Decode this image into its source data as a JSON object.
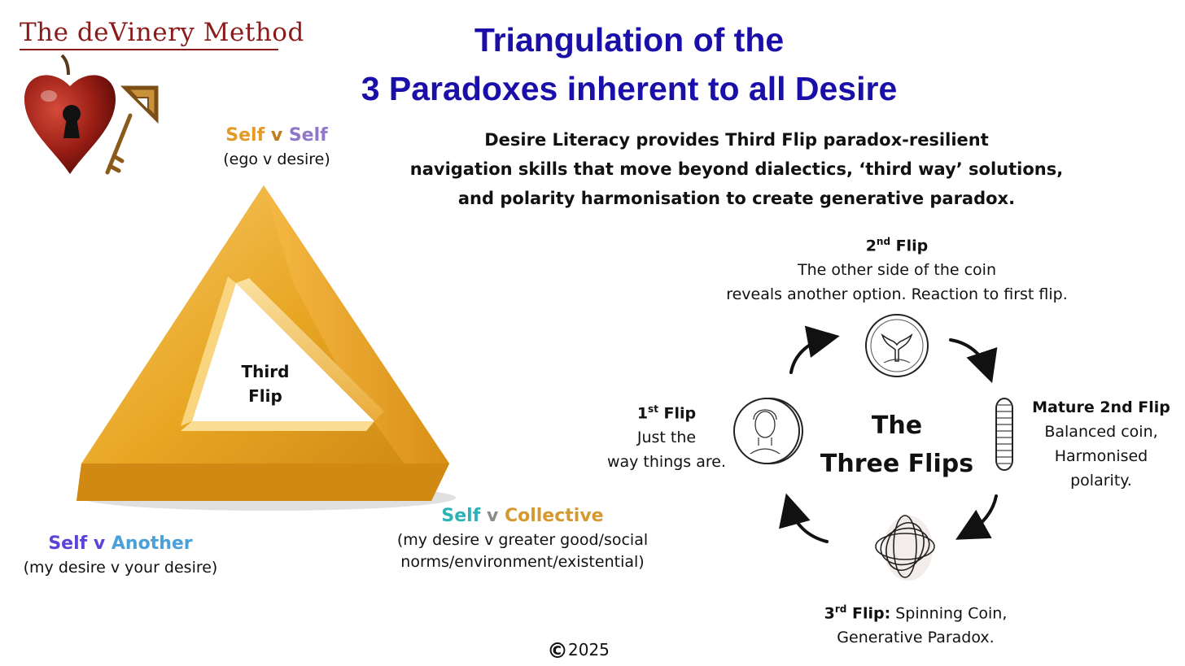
{
  "brand": "The deVinery Method",
  "title": {
    "line1": "Triangulation of the",
    "line2": "3 Paradoxes inherent to all Desire"
  },
  "intro": {
    "line1": "Desire Literacy provides Third Flip paradox-resilient",
    "line2": "navigation skills that move beyond dialectics, ‘third way’ solutions,",
    "line3": "and polarity harmonisation to create generative paradox."
  },
  "triangle": {
    "center_label_1": "Third",
    "center_label_2": "Flip",
    "top": {
      "title_a": "Self",
      "title_v": " v ",
      "title_b": "Self",
      "subtitle": "(ego v desire)"
    },
    "left": {
      "title_a": "Self",
      "title_v": " v ",
      "title_b": "Another",
      "subtitle": "(my desire v your desire)"
    },
    "right": {
      "title_a": "Self",
      "title_v": " v ",
      "title_b": "Collective",
      "subtitle_1": "(my desire v greater good/social",
      "subtitle_2": "norms/environment/existential)"
    }
  },
  "flips": {
    "center_1": "The",
    "center_2": "Three Flips",
    "first": {
      "num": "1",
      "sup": "st",
      "word": " Flip",
      "line1": "Just the",
      "line2": "way things are."
    },
    "second": {
      "num": "2",
      "sup": "nd",
      "word": " Flip",
      "line1": "The other side of the coin",
      "line2": "reveals another option. Reaction to first flip."
    },
    "mature": {
      "title": "Mature 2nd Flip",
      "line1": "Balanced coin,",
      "line2": "Harmonised",
      "line3": "polarity."
    },
    "third": {
      "num": "3",
      "sup": "rd",
      "word": " Flip:",
      "rest": " Spinning Coin,",
      "line2": "Generative Paradox."
    }
  },
  "copyright": {
    "symbol": "©",
    "year": "2025"
  },
  "colors": {
    "title_blue": "#1a0fa8",
    "brand_red": "#8b1a1a",
    "gold": "#e8a623",
    "self_top_a": "#e39a26",
    "self_top_b": "#8f78c8",
    "left_a": "#5a43d9",
    "left_b": "#4aa0d9",
    "right_a": "#2bb3b8",
    "right_b": "#d49a2e"
  },
  "icons": [
    "apple-heart-icon",
    "key-icon",
    "whale-tail-coin-icon",
    "face-coin-icon",
    "coin-edge-icon",
    "spinning-coin-icon",
    "arrow-curve-icon"
  ]
}
